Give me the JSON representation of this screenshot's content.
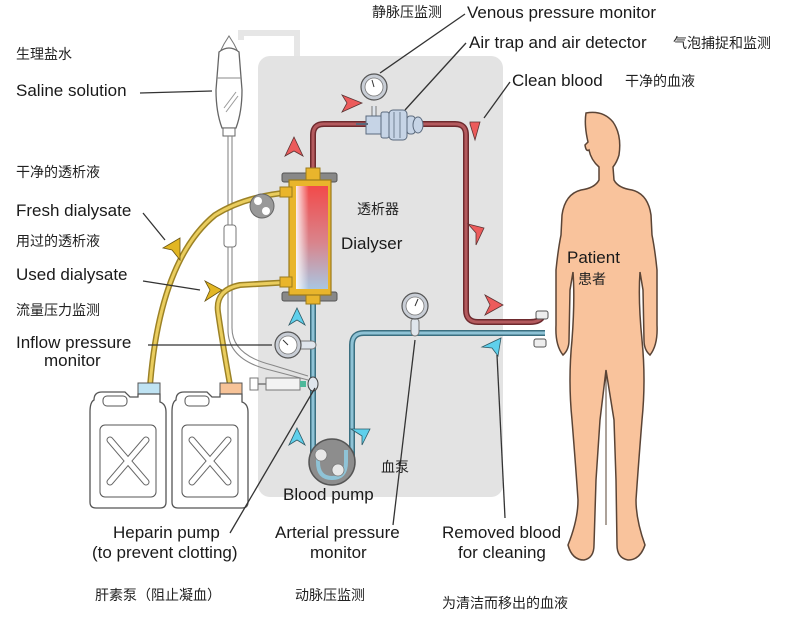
{
  "title": "Haemodialysis circuit",
  "labels": {
    "saline_zh": "生理盐水",
    "saline_en": "Saline solution",
    "fresh_dialysate_zh": "干净的透析液",
    "fresh_dialysate_en": "Fresh dialysate",
    "used_dialysate_zh": "用过的透析液",
    "used_dialysate_en": "Used dialysate",
    "inflow_zh": "流量压力监测",
    "inflow_en_1": "Inflow pressure",
    "inflow_en_2": "monitor",
    "venous_zh": "静脉压监测",
    "venous_en": "Venous pressure monitor",
    "airtrap_en": "Air trap and air detector",
    "airtrap_zh": "气泡捕捉和监测",
    "clean_blood_en": "Clean blood",
    "clean_blood_zh": "干净的血液",
    "dialyser_zh": "透析器",
    "dialyser_en": "Dialyser",
    "patient_en": "Patient",
    "patient_zh": "患者",
    "blood_pump_zh": "血泵",
    "blood_pump_en": "Blood pump",
    "heparin_en_1": "Heparin pump",
    "heparin_en_2": "(to prevent clotting)",
    "heparin_zh": "肝素泵（阻止凝血）",
    "arterial_en_1": "Arterial pressure",
    "arterial_en_2": "monitor",
    "arterial_zh": "动脉压监测",
    "removed_en_1": "Removed blood",
    "removed_en_2": "for cleaning",
    "removed_zh": "为清洁而移出的血液"
  },
  "colors": {
    "machine_bg": "#e3e3e3",
    "clean_blood_line": "#a0484e",
    "dirty_blood_line": "#6aa0b4",
    "dialysate_line": "#d4b23a",
    "red_arrow": "#ec5b5b",
    "blue_arrow": "#5fd0ec",
    "gold_arrow": "#e2b623",
    "skin": "#f9c39c",
    "skin_outline": "#5a4436"
  }
}
